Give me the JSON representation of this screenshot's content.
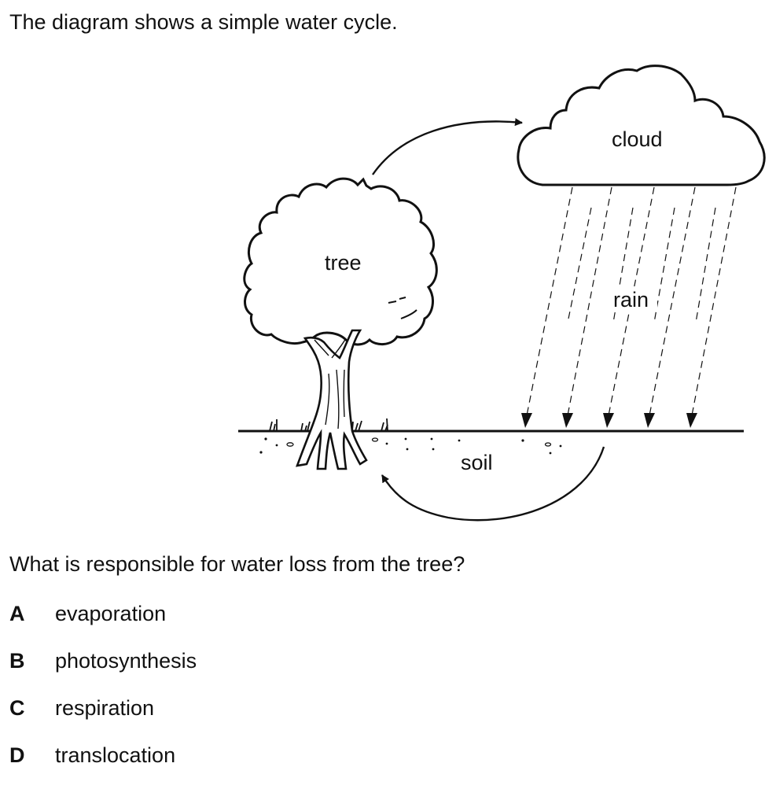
{
  "intro": "The diagram shows a simple water cycle.",
  "diagram": {
    "labels": {
      "cloud": "cloud",
      "tree": "tree",
      "rain": "rain",
      "soil": "soil"
    }
  },
  "question": "What is responsible for water loss from the tree?",
  "options": [
    {
      "letter": "A",
      "text": "evaporation"
    },
    {
      "letter": "B",
      "text": "photosynthesis"
    },
    {
      "letter": "C",
      "text": "respiration"
    },
    {
      "letter": "D",
      "text": "translocation"
    }
  ]
}
